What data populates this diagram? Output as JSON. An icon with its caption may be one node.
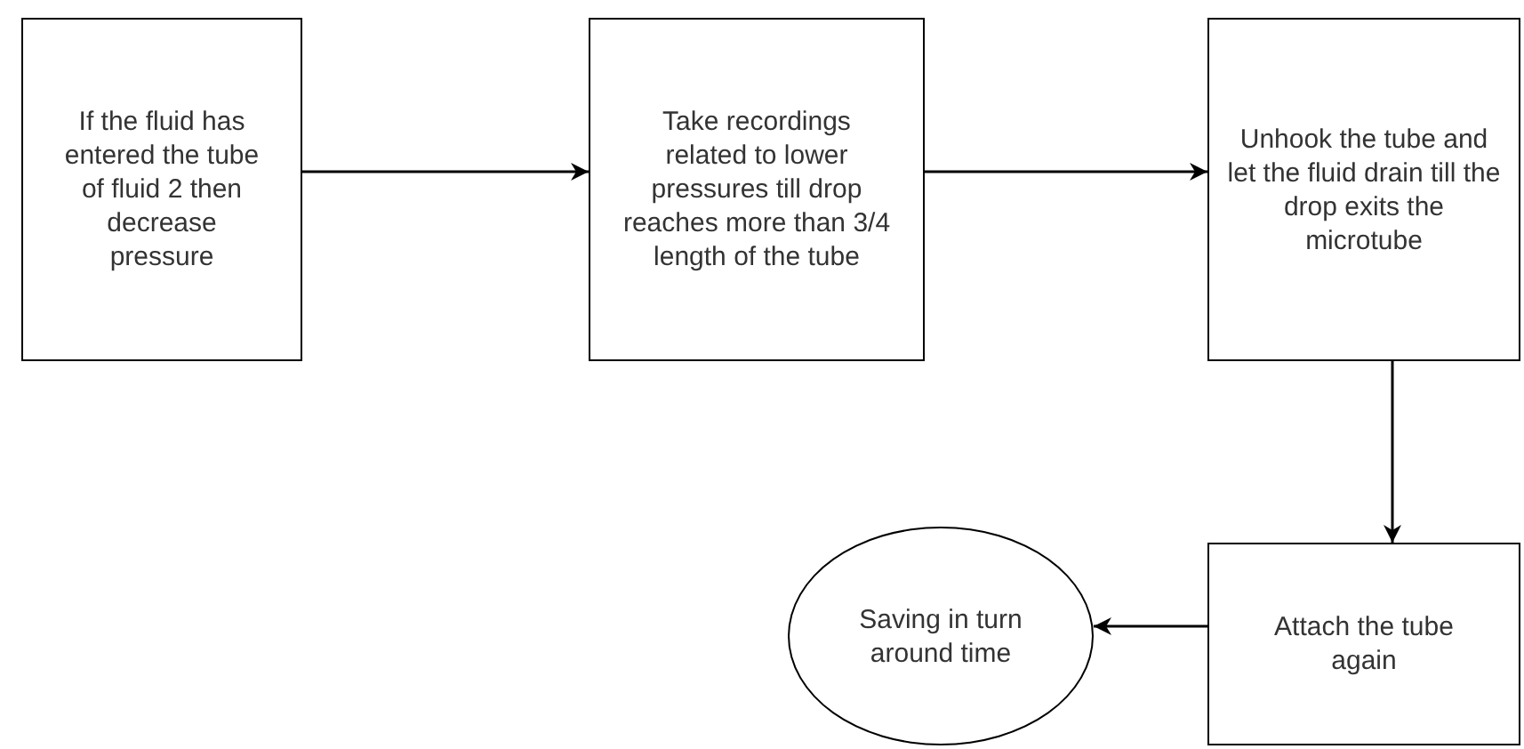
{
  "diagram": {
    "nodes": [
      {
        "text": [
          "If the fluid has entered the tube of fluid 2  then decrease pressure"
        ]
      },
      {
        "text": [
          "Take recordings related to lower pressures till drop reaches more than 3/4 length of the tube"
        ]
      },
      {
        "text": [
          "Unhook the tube and let the fluid drain till the drop exits the microtube"
        ]
      },
      {
        "text": [
          "Attach the tube again"
        ]
      },
      {
        "text": [
          "Saving in turn around time"
        ]
      }
    ],
    "edges": [
      {
        "from": 0,
        "to": 1,
        "arrow": "to"
      },
      {
        "from": 1,
        "to": 2,
        "arrow": "to"
      },
      {
        "from": 2,
        "to": 3,
        "arrow": "to"
      },
      {
        "from": 3,
        "to": 4,
        "arrow": "to"
      }
    ]
  }
}
